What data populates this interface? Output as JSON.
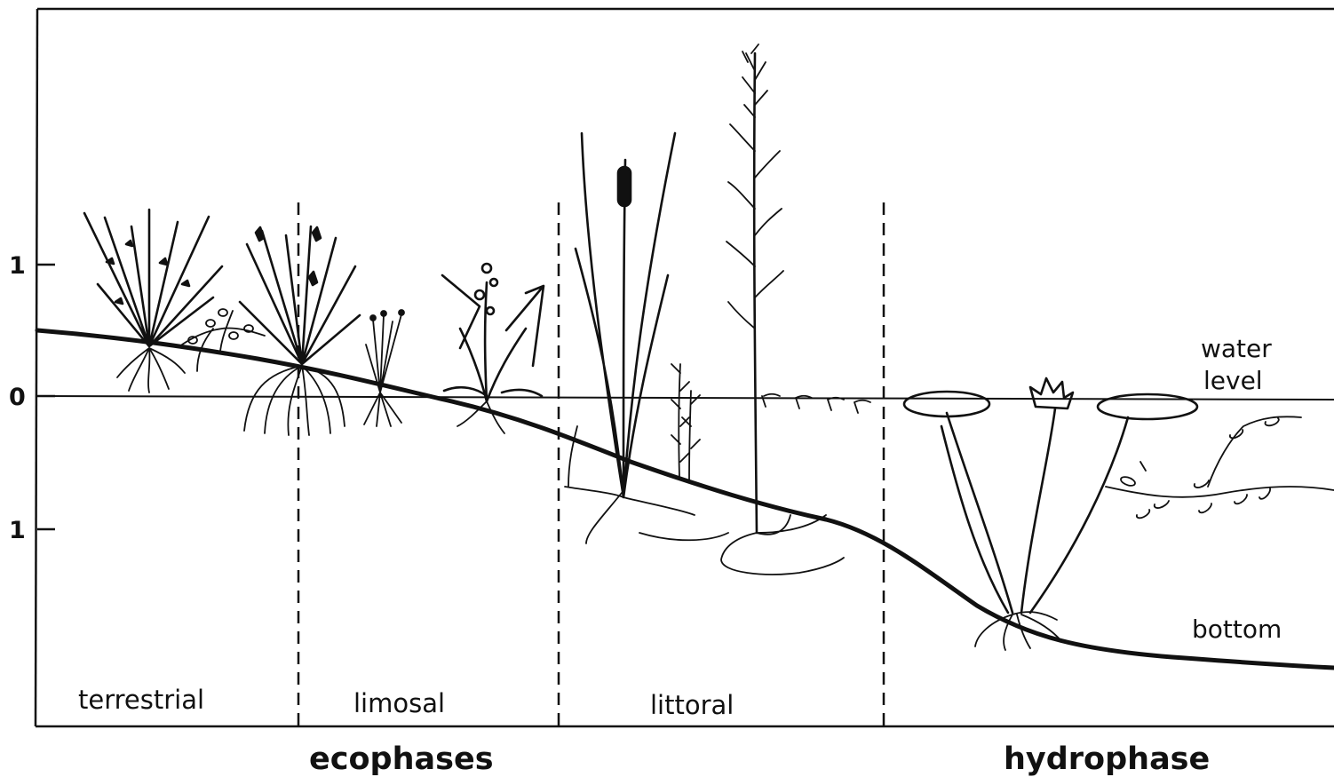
{
  "axis": {
    "ticks": [
      "1",
      "0",
      "1"
    ]
  },
  "zones": {
    "terrestrial": "terrestrial",
    "limosal": "limosal",
    "littoral": "littoral"
  },
  "labels": {
    "water_level": [
      "water",
      "level"
    ],
    "bottom": "bottom"
  },
  "phases": {
    "ecophases": "ecophases",
    "hydrophase": "hydrophase"
  }
}
